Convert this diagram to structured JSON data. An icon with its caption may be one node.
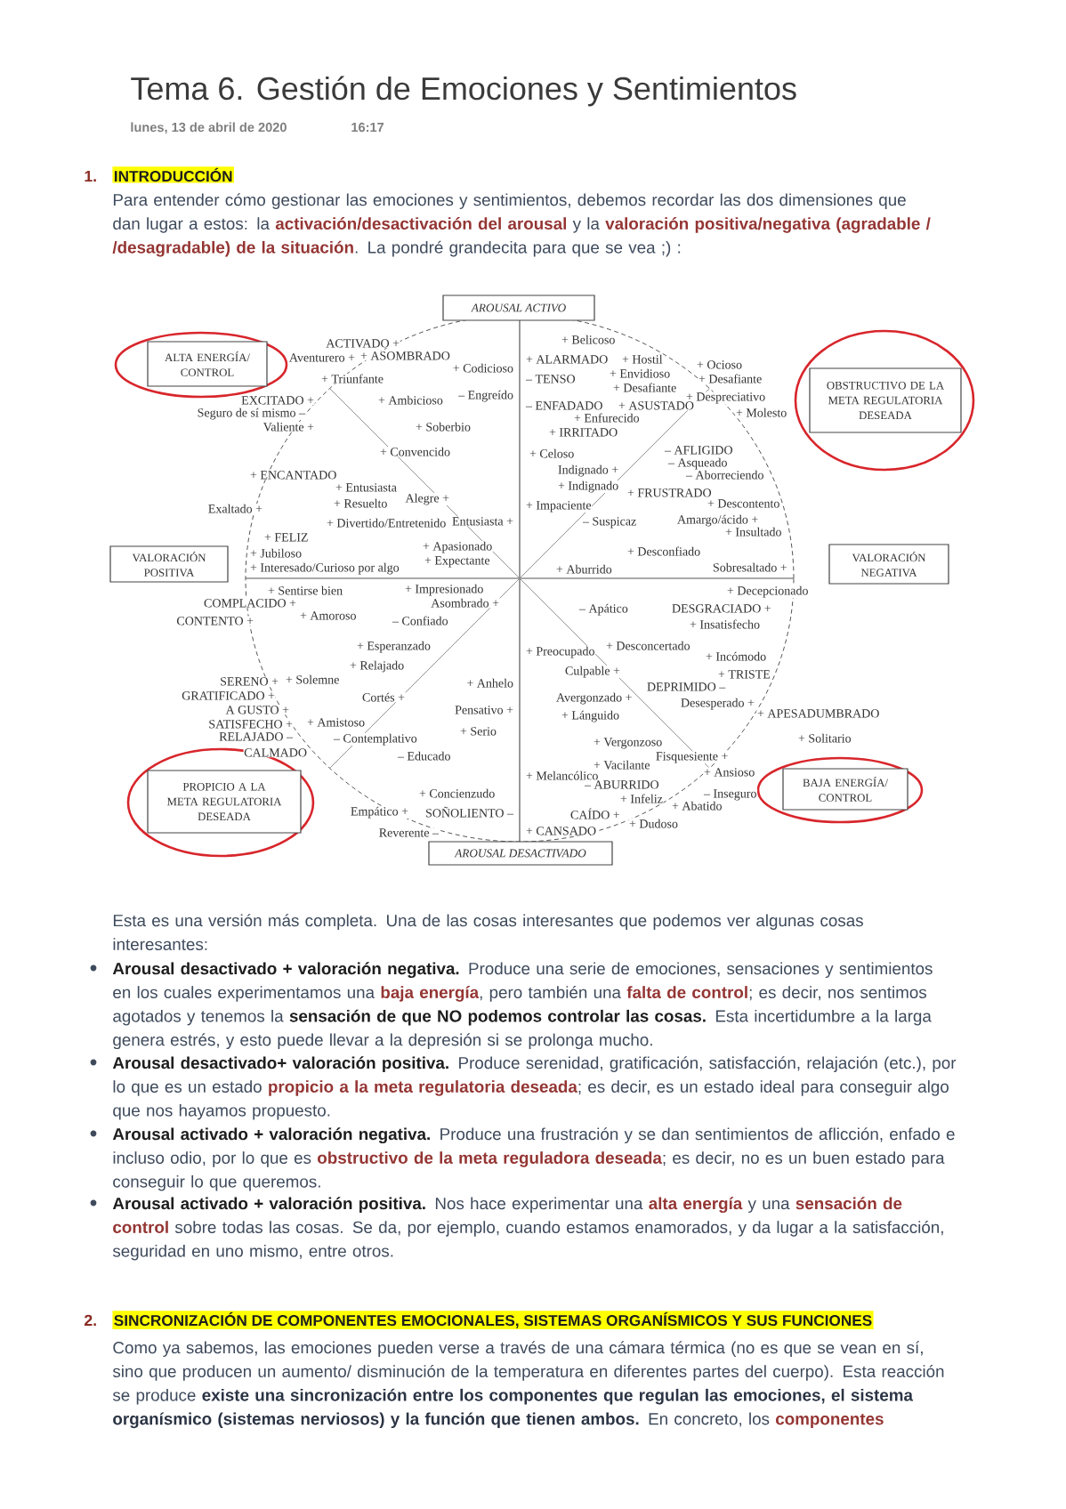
{
  "diagram": {
    "title": "Tema 6. Gestión de Emociones y Sentimientos",
    "nodes": [
      {
        "text": [
          "AROUSAL ACTIVO"
        ]
      },
      {
        "text": [],
        "shape": "ellipse"
      },
      {
        "text": [
          "ALTA ENERGÍA/ CONTROL"
        ],
        "in": 1
      },
      {
        "text": [],
        "shape": "ellipse"
      },
      {
        "text": [
          "OBSTRUCTIVO DE LA META REGULATORIA DESEADA"
        ],
        "in": 3
      },
      {
        "text": [
          "VALORACIÓN POSITIVA"
        ]
      },
      {
        "text": [
          "VALORACIÓN NEGATIVA"
        ]
      },
      {
        "text": [],
        "shape": "ellipse"
      },
      {
        "text": [
          "PROPICIO A LA META REGULATORIA DESEADA"
        ],
        "in": 7
      },
      {
        "text": [],
        "shape": "ellipse"
      },
      {
        "text": [
          "BAJA ENERGÍA/ CONTROL"
        ],
        "in": 9
      },
      {
        "text": [
          "AROUSAL DESACTIVADO"
        ]
      }
    ],
    "labels": [
      "lunes, 13 de abril de 2020",
      "16:17",
      "1.",
      "INTRODUCCIÓN",
      "Para entender cómo gestionar las emociones y sentimientos, debemos recordar las dos dimensiones que dan lugar a estos: la **activación/desactivación del arousal** y la **valoración positiva/negativa (agradable / /desagradable) de la situación**. La pondré grandecita para que se vea ;) :",
      "+ Belicoso",
      "ACTIVADO +",
      "+ ASOMBRADO",
      "Aventurero +",
      "+ ALARMADO",
      "+ Hostil",
      "+ Ocioso",
      "+ Codicioso",
      "+ Envidioso",
      "+ Triunfante",
      "– TENSO",
      "+ Desafiante",
      "+ Desafiante",
      "– Engreído",
      "+ Despreciativo",
      "EXCITADO +",
      "+ Ambicioso",
      "– ENFADADO",
      "+ ASUSTADO",
      "Seguro de sí mismo –",
      "+ Molesto",
      "+ Enfurecido",
      "Valiente +",
      "+ Soberbio",
      "+ IRRITADO",
      "– AFLIGIDO",
      "+ Convencido",
      "+ Celoso",
      "– Asqueado",
      "Indignado +",
      "+ ENCANTADO",
      "– Aborreciendo",
      "+ Indignado",
      "+ Entusiasta",
      "+ FRUSTRADO",
      "Alegre +",
      "+ Resuelto",
      "+ Descontento",
      "+ Impaciente",
      "Exaltado +",
      "Amargo/ácido +",
      "Entusiasta +",
      "– Suspicaz",
      "+ Divertido/Entretenido",
      "+ Insultado",
      "+ FELIZ",
      "+ Apasionado",
      "+ Desconfiado",
      "+ Jubiloso",
      "+ Expectante",
      "Sobresaltado +",
      "+ Interesado/Curioso por algo",
      "+ Aburrido",
      "+ Impresionado",
      "+ Sentirse bien",
      "+ Decepcionado",
      "COMPLACIDO +",
      "Asombrado +",
      "– Apático",
      "DESGRACIADO +",
      "+ Amoroso",
      "CONTENTO +",
      "– Confiado",
      "+ Insatisfecho",
      "+ Esperanzado",
      "+ Desconcertado",
      "+ Preocupado",
      "+ Incómodo",
      "+ Relajado",
      "Culpable +",
      "+ TRISTE",
      "+ Solemne",
      "SERENO +",
      "+ Anhelo",
      "DEPRIMIDO –",
      "GRATIFICADO +",
      "Cortés +",
      "Avergonzado +",
      "Desesperado +",
      "A GUSTO +",
      "Pensativo +",
      "+ APESADUMBRADO",
      "+ Lánguido",
      "+ Amistoso",
      "SATISFECHO +",
      "+ Serio",
      "RELAJADO –",
      "– Contemplativo",
      "+ Solitario",
      "+ Vergonzoso",
      "CALMADO",
      "– Educado",
      "Fisquesiente +",
      "+ Vacilante",
      "+ Ansioso",
      "+ Melancólico",
      "– ABURRIDO",
      "+ Concienzudo",
      "– Inseguro",
      "+ Infeliz",
      "+ Abatido",
      "Empático +",
      "SOÑOLIENTO –",
      "CAÍDO +",
      "+ Dudoso",
      "+ CANSADO",
      "Reverente –",
      "Esta es una versión más completa. Una de las cosas interesantes que podemos ver algunas cosas interesantes:",
      "**Arousal desactivado + valoración negativa.** Produce una serie de emociones, sensaciones y sentimientos en los cuales experimentamos una **baja energía**, pero también una **falta de control**; es decir, nos sentimos agotados y tenemos la **sensación de que NO podemos controlar las cosas.** Esta incertidumbre a la larga genera estrés, y esto puede llevar a la depresión si se prolonga mucho.",
      "**Arousal desactivado+ valoración positiva.** Produce serenidad, gratificación, satisfacción, relajación (etc.), por lo que es un estado **propicio a la meta regulatoria deseada**; es decir, es un estado ideal para conseguir algo que nos hayamos propuesto.",
      "**Arousal activado + valoración negativa.** Produce una frustración y se dan sentimientos de aflicción, enfado e incluso odio, por lo que es **obstructivo de la meta reguladora deseada**; es decir, no es un buen estado para conseguir lo que queremos.",
      "**Arousal activado + valoración positiva.** Nos hace experimentar una **alta energía** y una **sensación de control** sobre todas las cosas. Se da, por ejemplo, cuando estamos enamorados, y da lugar a la satisfacción, seguridad en uno mismo, entre otros.",
      "2.",
      "SINCRONIZACIÓN DE COMPONENTES EMOCIONALES, SISTEMAS ORGANÍSMICOS Y SUS FUNCIONES",
      "Como ya sabemos, las emociones pueden verse a través de una cámara térmica (no es que se vean en sí, sino que producen un aumento/ disminución de la temperatura en diferentes partes del cuerpo). Esta reacción se produce **existe una sincronización entre los componentes que regulan las emociones, el sistema organísmico (sistemas nerviosos) y la función que tienen ambos.** En concreto, los **componentes**"
    ]
  }
}
